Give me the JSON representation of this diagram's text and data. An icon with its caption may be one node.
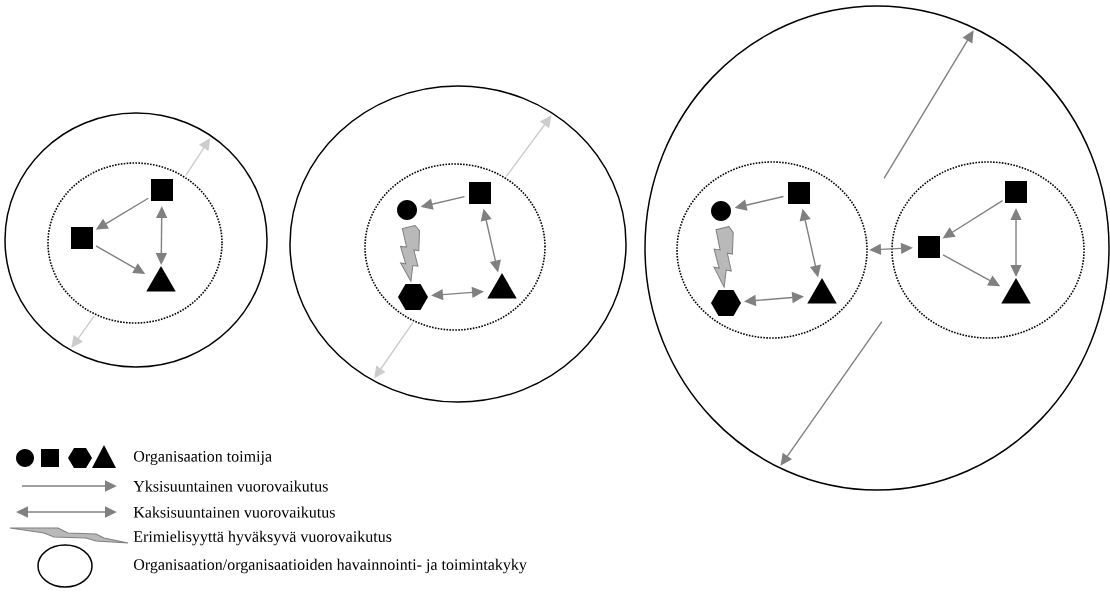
{
  "diagram": {
    "nodes": [
      {
        "text": [],
        "shape": "ellipse"
      },
      {
        "text": [],
        "shape": "ellipse",
        "in": 0
      },
      {
        "text": [],
        "shape": "box",
        "in": 1
      },
      {
        "text": [],
        "shape": "box",
        "in": 1
      },
      {
        "text": [],
        "shape": "triangle",
        "in": 1
      },
      {
        "text": [],
        "shape": "ellipse"
      },
      {
        "text": [],
        "shape": "ellipse",
        "in": 5
      },
      {
        "text": [],
        "shape": "circle",
        "in": 6
      },
      {
        "text": [],
        "shape": "box",
        "in": 6
      },
      {
        "text": [],
        "shape": "hexagon",
        "in": 6
      },
      {
        "text": [],
        "shape": "triangle",
        "in": 6
      },
      {
        "text": [],
        "shape": "ellipse"
      },
      {
        "text": [],
        "shape": "ellipse",
        "in": 11
      },
      {
        "text": [],
        "shape": "circle",
        "in": 12
      },
      {
        "text": [],
        "shape": "box",
        "in": 12
      },
      {
        "text": [],
        "shape": "hexagon",
        "in": 12
      },
      {
        "text": [],
        "shape": "triangle",
        "in": 12
      },
      {
        "text": [],
        "shape": "ellipse",
        "in": 11
      },
      {
        "text": [],
        "shape": "box",
        "in": 17
      },
      {
        "text": [],
        "shape": "box",
        "in": 17
      },
      {
        "text": [],
        "shape": "triangle",
        "in": 17
      }
    ],
    "edges": [
      {
        "from": 2,
        "to": 3,
        "arrow": "to"
      },
      {
        "from": 2,
        "to": 4,
        "arrow": "both"
      },
      {
        "from": 3,
        "to": 4,
        "arrow": "to"
      },
      {
        "from": 1,
        "to": 0,
        "arrow": "to",
        "color": "#cccccc"
      },
      {
        "from": 1,
        "to": 0,
        "arrow": "to",
        "color": "#cccccc"
      },
      {
        "from": 8,
        "to": 7,
        "arrow": "to"
      },
      {
        "from": 8,
        "to": 10,
        "arrow": "both"
      },
      {
        "from": 9,
        "to": 10,
        "arrow": "both"
      },
      {
        "from": 7,
        "to": 9,
        "arrow": "none"
      },
      {
        "from": 6,
        "to": 5,
        "arrow": "to",
        "color": "#cccccc"
      },
      {
        "from": 6,
        "to": 5,
        "arrow": "to",
        "color": "#cccccc"
      },
      {
        "from": 14,
        "to": 13,
        "arrow": "to"
      },
      {
        "from": 14,
        "to": 16,
        "arrow": "both"
      },
      {
        "from": 15,
        "to": 16,
        "arrow": "both"
      },
      {
        "from": 13,
        "to": 15,
        "arrow": "none"
      },
      {
        "from": 12,
        "to": 19,
        "arrow": "both"
      },
      {
        "from": 18,
        "to": 19,
        "arrow": "to"
      },
      {
        "from": 18,
        "to": 20,
        "arrow": "both"
      },
      {
        "from": 19,
        "to": 20,
        "arrow": "to"
      },
      {
        "from": null,
        "to": 11,
        "arrow": "to"
      },
      {
        "from": null,
        "to": 11,
        "arrow": "to"
      }
    ],
    "legend": [
      {
        "text": "Organisaation toimija"
      },
      {
        "text": "Yksisuuntainen vuorovaikutus"
      },
      {
        "text": "Kaksisuuntainen vuorovaikutus"
      },
      {
        "text": "Erimielisyyttä hyväksyvä vuorovaikutus"
      },
      {
        "text": "Organisaation/organisaatioiden havainnointi- ja toimintakyky"
      }
    ]
  }
}
